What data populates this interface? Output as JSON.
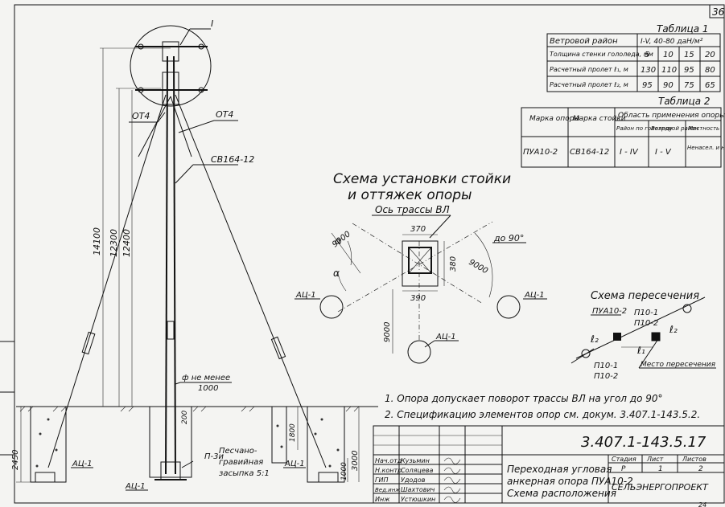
{
  "page_number": "36",
  "footer_mark": "24",
  "pole": {
    "crossarm_marker": "I",
    "insulator_labels": [
      "ОТ4",
      "ОТ4"
    ],
    "stanchion_label": "СВ164-12",
    "dim_total": "14100",
    "dim_mid": "12300",
    "dim_upper": "12400",
    "dim_depth": "2450",
    "dim_anchor_depth_right": "3000",
    "dim_anchor_1800": "1800",
    "dim_anchor_1000": "1000",
    "dim_200": "200",
    "rope_note_line1": "ф не менее",
    "rope_note_line2": "1000",
    "anchor_label": "АЦ-1",
    "plate_label": "П-3и",
    "backfill_line1": "Песчано-",
    "backfill_line2": "гравийная",
    "backfill_line3": "засыпка 5:1"
  },
  "install_scheme": {
    "title_line1": "Схема установки стойки",
    "title_line2": "и оттяжек опоры",
    "axis_label": "Ось трассы ВЛ",
    "dim_370": "370",
    "dim_380": "380",
    "dim_390": "390",
    "dim_9000": "9000",
    "angle_label": "до 90°",
    "alpha": "α",
    "anchor_label": "АЦ-1"
  },
  "crossing_scheme": {
    "title": "Схема пересечения",
    "pole_label": "ПУА10-2",
    "p101": "П10-1",
    "p102": "П10-2",
    "l1": "ℓ₁",
    "l2": "ℓ₂",
    "place_label": "Место пересечения"
  },
  "table1": {
    "title": "Таблица 1",
    "header_label": "Ветровой район",
    "header_value": "I-V, 40-80 даН/м²",
    "rows": [
      {
        "label": "Толщина стенки гололеда, мм",
        "values": [
          "5",
          "10",
          "15",
          "20"
        ]
      },
      {
        "label": "Расчетный пролет ℓ₁, м",
        "values": [
          "130",
          "110",
          "95",
          "80"
        ]
      },
      {
        "label": "Расчетный пролет ℓ₂, м",
        "values": [
          "95",
          "90",
          "75",
          "65"
        ]
      }
    ]
  },
  "table2": {
    "title": "Таблица 2",
    "col1": "Марка опоры",
    "col2": "Марка стойки",
    "col3_top": "Область применения опоры",
    "sub1": "Район по гололеду",
    "sub2": "Ветровой район",
    "sub3": "Местность",
    "row": [
      "ПУА10-2",
      "СВ164-12",
      "I - IV",
      "I - V",
      "Ненасел. и населен."
    ]
  },
  "notes": [
    "1. Опора допускает поворот трассы ВЛ на угол до 90°",
    "2. Спецификацию элементов опор см. докум. 3.407.1-143.5.2."
  ],
  "stamp": {
    "doc_code": "3.407.1-143.5.17",
    "title_line1": "Переходная угловая",
    "title_line2": "анкерная опора ПУА10-2",
    "title_line3": "Схема расположения",
    "stage_header": "Стадия",
    "sheet_header": "Лист",
    "sheets_header": "Листов",
    "stage": "Р",
    "sheet": "1",
    "sheets": "2",
    "org": "СЕЛЬЭНЕРГОПРОЕКТ",
    "people": [
      {
        "role": "Нач.отд",
        "name": "Кузьмин"
      },
      {
        "role": "Н.контр.",
        "name": "Соляцева"
      },
      {
        "role": "ГИП",
        "name": "Удодов"
      },
      {
        "role": "Вед.инж",
        "name": "Шахтович"
      },
      {
        "role": "Инж",
        "name": "Устюшкин"
      }
    ]
  }
}
